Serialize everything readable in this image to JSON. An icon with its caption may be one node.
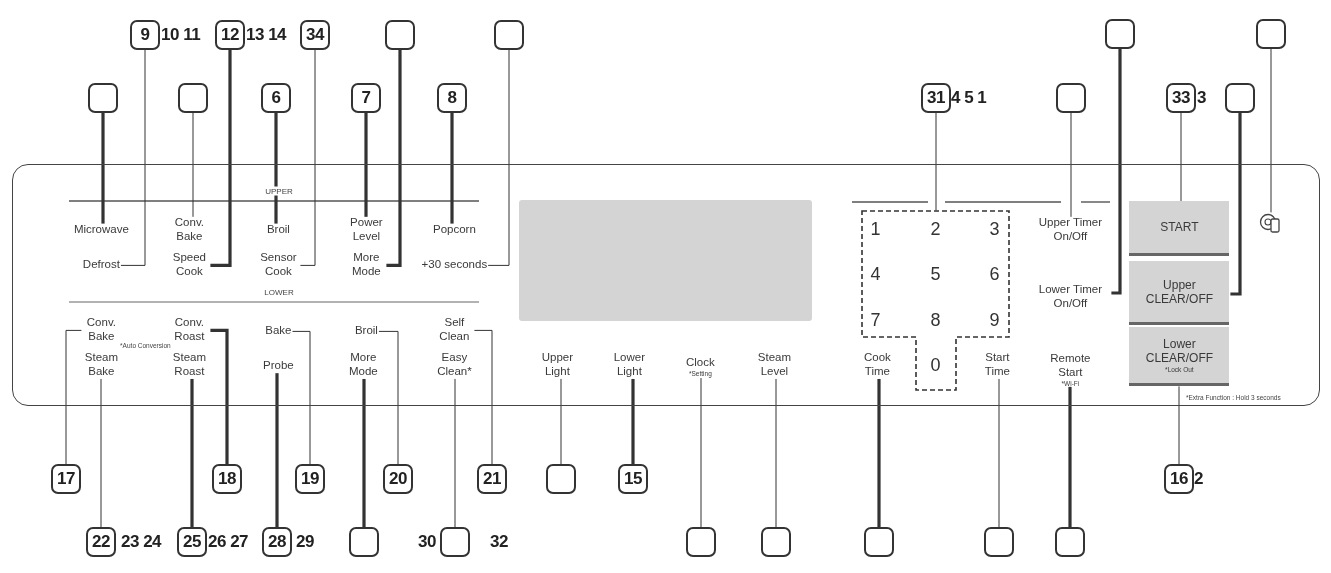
{
  "diagram": {
    "nodes": [
      {
        "text": [
          "9"
        ]
      },
      {
        "text": [
          "12"
        ]
      },
      {
        "text": [
          "34"
        ]
      },
      {
        "text": [],
        "shape": "box"
      },
      {
        "text": [],
        "shape": "box"
      },
      {
        "text": [],
        "shape": "box"
      },
      {
        "text": [],
        "shape": "box"
      },
      {
        "text": [],
        "shape": "box"
      },
      {
        "text": [],
        "shape": "box"
      },
      {
        "text": [
          "6"
        ]
      },
      {
        "text": [
          "7"
        ]
      },
      {
        "text": [
          "8"
        ]
      },
      {
        "text": [
          "31"
        ]
      },
      {
        "text": [],
        "shape": "box"
      },
      {
        "text": [
          "33"
        ]
      },
      {
        "text": [],
        "shape": "box"
      },
      {
        "text": [],
        "shape": "box"
      },
      {
        "text": [
          "Microwave"
        ],
        "in": 16
      },
      {
        "text": [
          "Conv. Bake"
        ],
        "in": 16
      },
      {
        "text": [
          "Broil"
        ],
        "in": 16
      },
      {
        "text": [
          "Power Level"
        ],
        "in": 16
      },
      {
        "text": [
          "Popcorn"
        ],
        "in": 16
      },
      {
        "text": [
          "Defrost"
        ],
        "in": 16
      },
      {
        "text": [
          "Speed Cook"
        ],
        "in": 16
      },
      {
        "text": [
          "Sensor Cook"
        ],
        "in": 16
      },
      {
        "text": [
          "More Mode"
        ],
        "in": 16
      },
      {
        "text": [
          "+30 seconds"
        ],
        "in": 16
      },
      {
        "text": [
          "1",
          "2",
          "3",
          "4",
          "5",
          "6",
          "7",
          "8",
          "9",
          "0"
        ],
        "in": 16
      },
      {
        "text": [
          "Upper Timer On/Off"
        ],
        "in": 16
      },
      {
        "text": [
          "START"
        ],
        "in": 16
      },
      {
        "text": [],
        "shape": "picture",
        "in": 16
      },
      {
        "text": [
          "Lower Timer On/Off"
        ],
        "in": 16
      },
      {
        "text": [
          "Upper CLEAR/OFF"
        ],
        "in": 16
      },
      {
        "text": [
          "Conv. Bake"
        ],
        "beside": [
          "*Auto Conversion"
        ],
        "in": 16
      },
      {
        "text": [
          "Conv. Roast"
        ],
        "in": 16
      },
      {
        "text": [
          "Bake"
        ],
        "in": 16
      },
      {
        "text": [
          "Broil"
        ],
        "in": 16
      },
      {
        "text": [
          "Self Clean"
        ],
        "in": 16
      },
      {
        "text": [
          "Steam Bake"
        ],
        "in": 16
      },
      {
        "text": [
          "Steam Roast"
        ],
        "in": 16
      },
      {
        "text": [
          "Probe"
        ],
        "in": 16
      },
      {
        "text": [
          "More Mode"
        ],
        "in": 16
      },
      {
        "text": [
          "Easy Clean*"
        ],
        "in": 16
      },
      {
        "text": [
          "Upper Light"
        ],
        "in": 16
      },
      {
        "text": [
          "Lower Light"
        ],
        "in": 16
      },
      {
        "text": [
          "Clock",
          "*Setting"
        ],
        "in": 16
      },
      {
        "text": [
          "Steam Level"
        ],
        "in": 16
      },
      {
        "text": [
          "Cook Time"
        ],
        "in": 16
      },
      {
        "text": [
          "Start Time"
        ],
        "in": 16
      },
      {
        "text": [
          "Remote Start",
          "*Wi-Fi"
        ],
        "in": 16
      },
      {
        "text": [
          "Lower CLEAR/OFF",
          "*Lock Out"
        ],
        "in": 16
      },
      {
        "text": [
          "17"
        ]
      },
      {
        "text": [
          "18"
        ]
      },
      {
        "text": [
          "19"
        ]
      },
      {
        "text": [
          "20"
        ]
      },
      {
        "text": [
          "21"
        ]
      },
      {
        "text": [],
        "shape": "box"
      },
      {
        "text": [
          "15"
        ]
      },
      {
        "text": [
          "16"
        ]
      },
      {
        "text": [
          "22"
        ]
      },
      {
        "text": [
          "25"
        ]
      },
      {
        "text": [
          "28"
        ]
      },
      {
        "text": [],
        "shape": "box"
      },
      {
        "text": [],
        "shape": "box"
      },
      {
        "text": [],
        "shape": "box"
      },
      {
        "text": [],
        "shape": "box"
      },
      {
        "text": [],
        "shape": "box"
      },
      {
        "text": [],
        "shape": "box"
      },
      {
        "text": [],
        "shape": "box"
      },
      {
        "text": [],
        "shape": "box",
        "in": 16
      }
    ],
    "edges": [
      {
        "from": 7,
        "to": 17,
        "arrow": "none",
        "style": "thick"
      },
      {
        "from": 0,
        "to": 22,
        "arrow": "none"
      },
      {
        "from": 8,
        "to": 18,
        "arrow": "none"
      },
      {
        "from": 1,
        "to": 23,
        "arrow": "none",
        "style": "thick"
      },
      {
        "from": 9,
        "to": 19,
        "arrow": "none",
        "style": "thick"
      },
      {
        "from": 2,
        "to": 24,
        "arrow": "none"
      },
      {
        "from": 10,
        "to": 20,
        "arrow": "none",
        "style": "thick"
      },
      {
        "from": 3,
        "to": 25,
        "arrow": "none",
        "style": "thick"
      },
      {
        "from": 11,
        "to": 21,
        "arrow": "none",
        "style": "thick"
      },
      {
        "from": 4,
        "to": 26,
        "arrow": "none"
      },
      {
        "from": 12,
        "to": 27,
        "arrow": "none"
      },
      {
        "from": 13,
        "to": 28,
        "arrow": "none"
      },
      {
        "from": 5,
        "to": 31,
        "arrow": "none",
        "style": "thick"
      },
      {
        "from": 14,
        "to": 29,
        "arrow": "none"
      },
      {
        "from": 15,
        "to": 32,
        "arrow": "none",
        "style": "thick"
      },
      {
        "from": 6,
        "to": 30,
        "arrow": "none"
      },
      {
        "from": 51,
        "to": 33,
        "arrow": "none"
      },
      {
        "from": 59,
        "to": 38,
        "arrow": "none"
      },
      {
        "from": 60,
        "to": 39,
        "arrow": "none",
        "style": "thick"
      },
      {
        "from": 52,
        "to": 34,
        "arrow": "none",
        "style": "thick"
      },
      {
        "from": 61,
        "to": 40,
        "arrow": "none",
        "style": "thick"
      },
      {
        "from": 53,
        "to": 35,
        "arrow": "none"
      },
      {
        "from": 62,
        "to": 41,
        "arrow": "none",
        "style": "thick"
      },
      {
        "from": 54,
        "to": 36,
        "arrow": "none"
      },
      {
        "from": 63,
        "to": 42,
        "arrow": "none"
      },
      {
        "from": 55,
        "to": 37,
        "arrow": "none"
      },
      {
        "from": 56,
        "to": 43,
        "arrow": "none"
      },
      {
        "from": 57,
        "to": 44,
        "arrow": "none",
        "style": "thick"
      },
      {
        "from": 64,
        "to": 45,
        "arrow": "none"
      },
      {
        "from": 65,
        "to": 46,
        "arrow": "none"
      },
      {
        "from": 66,
        "to": 47,
        "arrow": "none",
        "style": "thick"
      },
      {
        "from": 67,
        "to": 48,
        "arrow": "none"
      },
      {
        "from": 68,
        "to": 49,
        "arrow": "none",
        "style": "thick"
      },
      {
        "from": 58,
        "to": 50,
        "arrow": "none"
      }
    ],
    "labels": [
      "10 11",
      "13 14",
      "4 5 1",
      "3",
      "UPPER",
      "LOWER",
      "*Extra Function : Hold 3 seconds",
      "2",
      "23 24",
      "26 27",
      "29",
      "30",
      "32"
    ]
  }
}
